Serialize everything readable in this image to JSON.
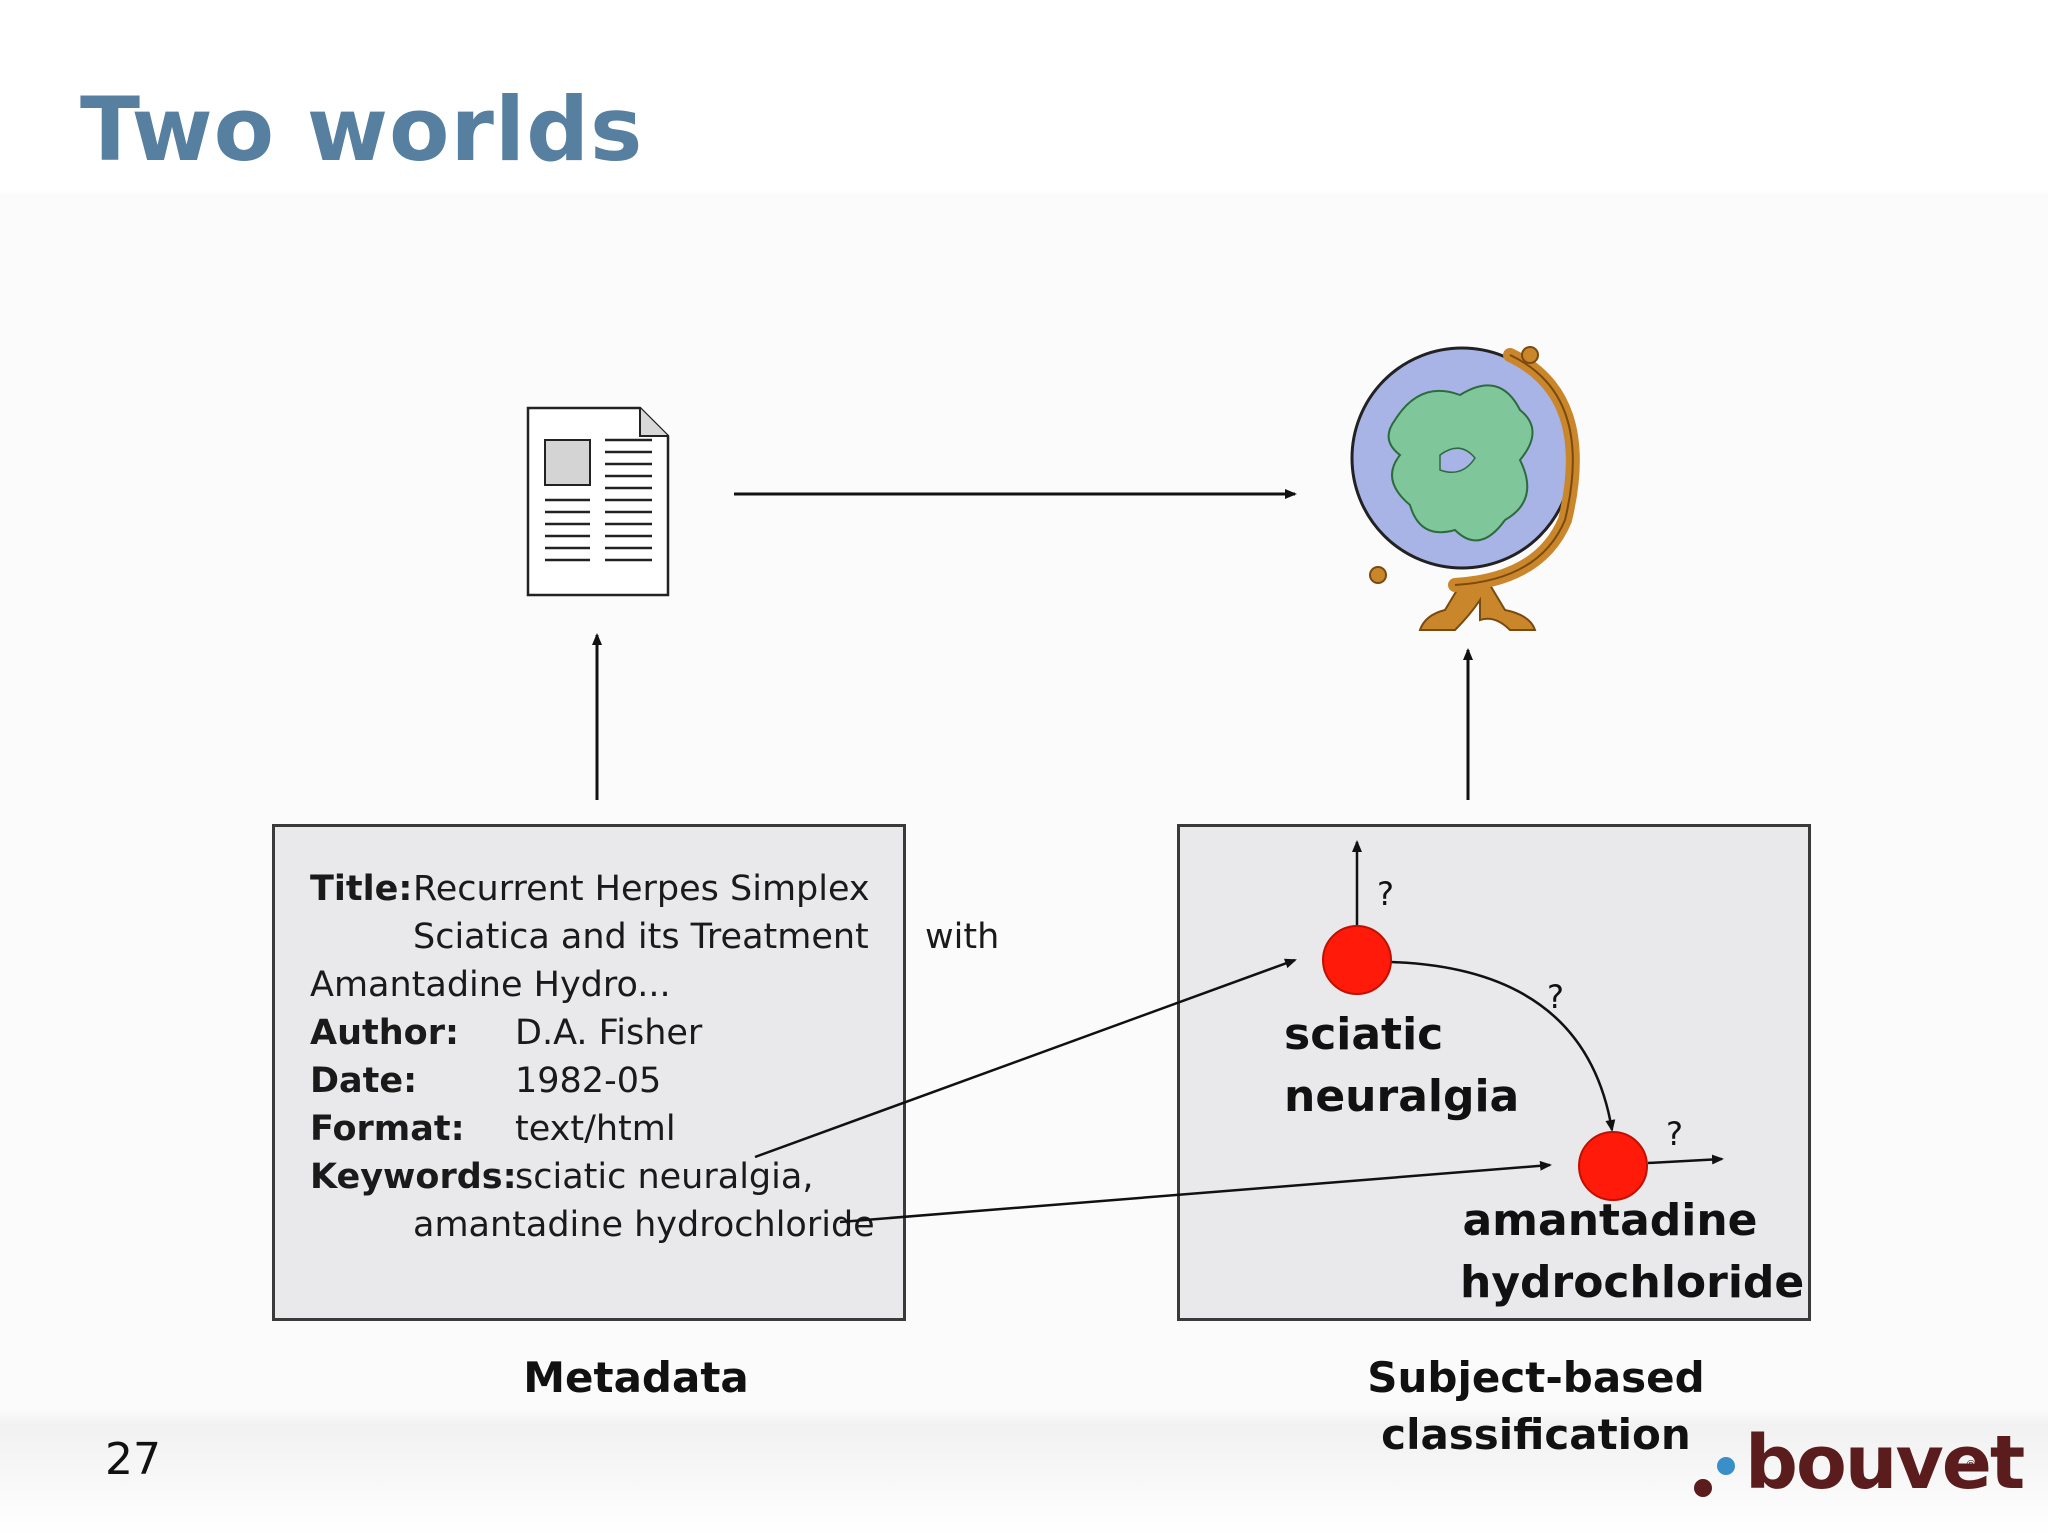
{
  "slide": {
    "title": "Two worlds",
    "page_number": "27"
  },
  "metadata_record": {
    "title_label": "Title:",
    "title_line1": "Recurrent Herpes Simplex",
    "title_line2": "Sciatica and its Treatment",
    "title_line2_suffix": "with",
    "title_line3": "Amantadine Hydro...",
    "author_label": "Author:",
    "author_value": "D.A. Fisher",
    "date_label": "Date:",
    "date_value": "1982-05",
    "format_label": "Format:",
    "format_value": "text/html",
    "keywords_label": "Keywords:",
    "keywords_line1": "sciatic neuralgia,",
    "keywords_line2": "amantadine hydrochloride"
  },
  "classification": {
    "node1_line1": "sciatic",
    "node1_line2": "neuralgia",
    "node2_line1": "amantadine",
    "node2_line2": "hydrochloride",
    "unknown_relation_mark": "?",
    "node_color": "#ff1a0a"
  },
  "captions": {
    "left": "Metadata",
    "right_line1": "Subject-based",
    "right_line2": "classification"
  },
  "logo": {
    "text": "bouvet",
    "registered": "®",
    "color": "#5a1c1c",
    "dot_accent_color": "#3a8fc8"
  },
  "icons": {
    "document": "document-icon",
    "globe": "globe-icon"
  },
  "colors": {
    "title": "#577fa0",
    "box_fill": "#e9e9eb"
  }
}
